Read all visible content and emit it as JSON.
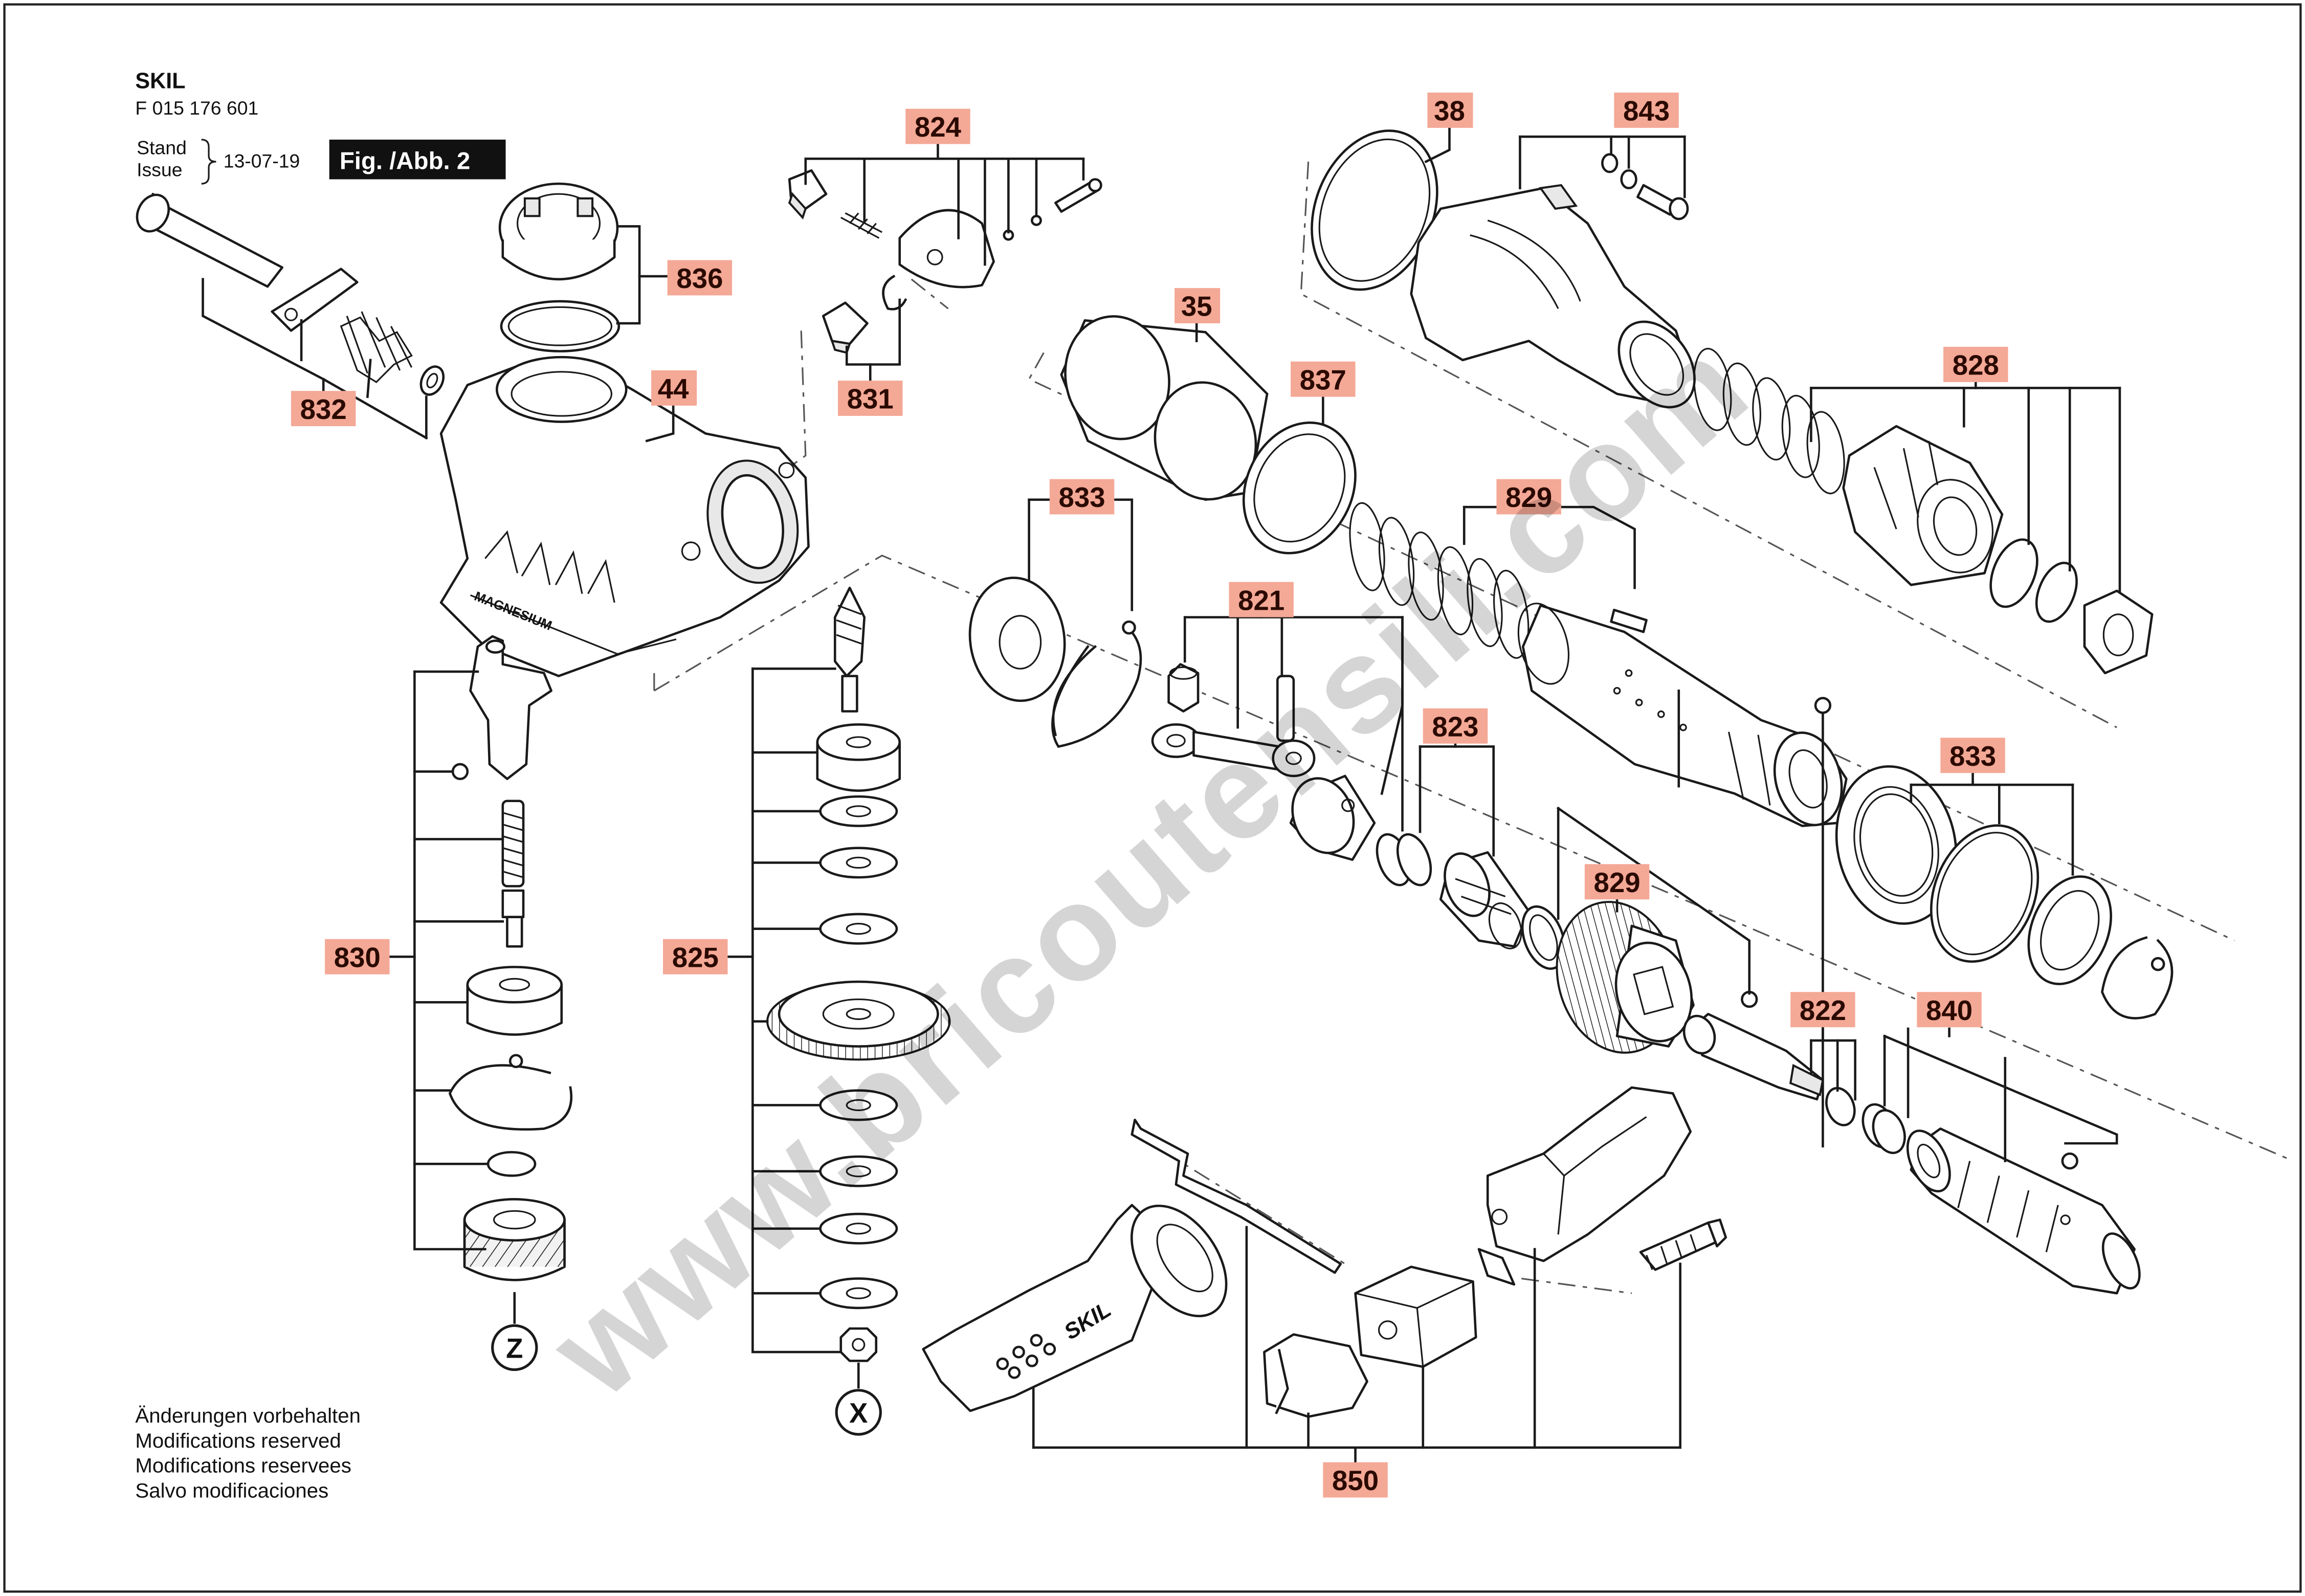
{
  "header": {
    "brand": "SKIL",
    "part_number": "F 015 176 601",
    "stand_line1": "Stand",
    "stand_line2": "Issue",
    "issue_date": "13-07-19",
    "figure_label": "Fig. /Abb. 2"
  },
  "footer_notes": [
    "Änderungen vorbehalten",
    "Modifications reserved",
    "Modifications reservees",
    "Salvo modificaciones"
  ],
  "watermark": "www.bricoutensili.com",
  "callouts": {
    "c824": "824",
    "c836": "836",
    "c44": "44",
    "c832": "832",
    "c831": "831",
    "c38": "38",
    "c843": "843",
    "c35": "35",
    "c837": "837",
    "c828": "828",
    "c833a": "833",
    "c829a": "829",
    "c821": "821",
    "c823": "823",
    "c833b": "833",
    "c829b": "829",
    "c830": "830",
    "c825": "825",
    "c822": "822",
    "c840": "840",
    "c850": "850"
  },
  "markers": {
    "z": "Z",
    "x": "X"
  },
  "housing_text": "MAGNESIUM",
  "handle_text": "SKIL",
  "colors": {
    "callout_fill": "#f4a896",
    "fig_label_fill": "#111111",
    "line": "#1a1a1a"
  }
}
